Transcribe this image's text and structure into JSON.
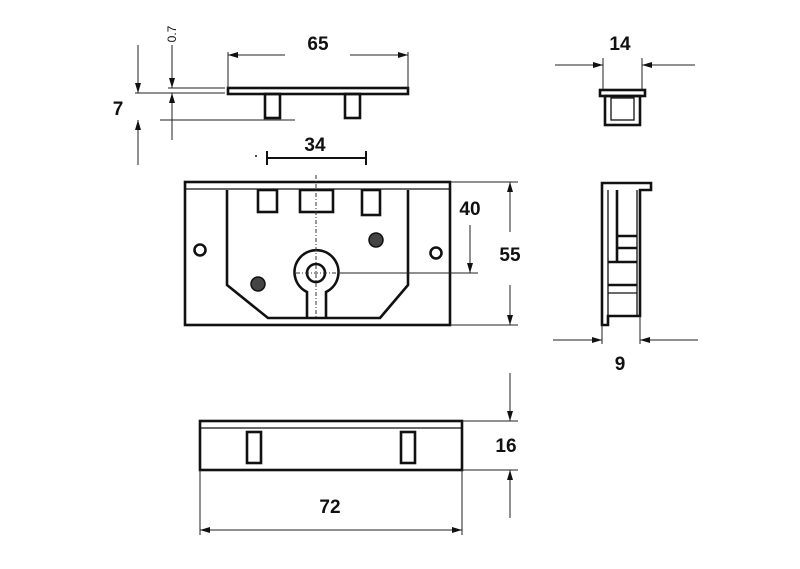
{
  "drawing": {
    "dimensions": {
      "top_width": "65",
      "plate_thickness": "0.7",
      "height": "7",
      "pin_spacing": "34",
      "end_width": "14",
      "center_offset": "40",
      "body_height": "55",
      "side_depth": "9",
      "bottom_height": "16",
      "bottom_length": "72"
    }
  }
}
